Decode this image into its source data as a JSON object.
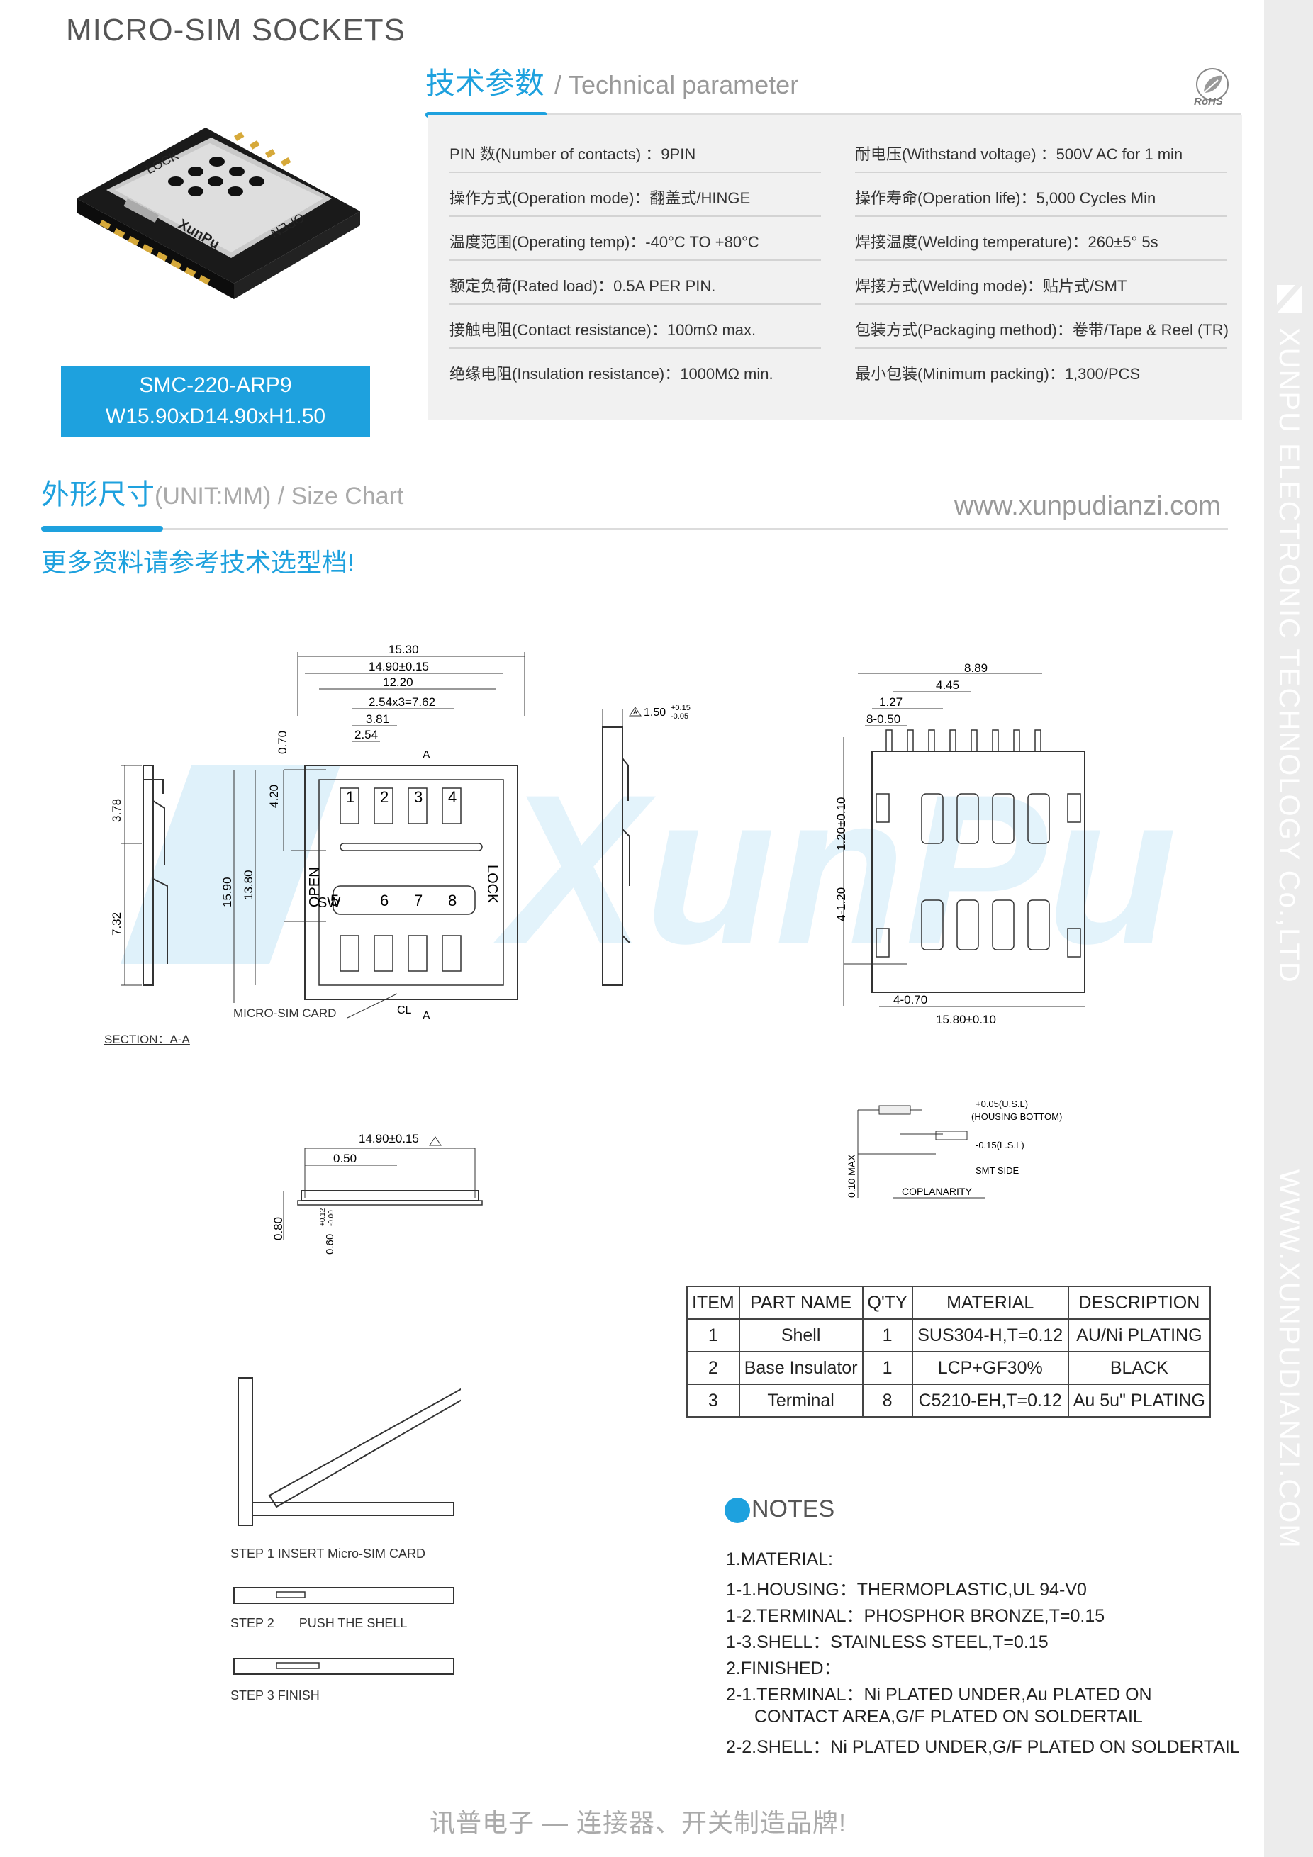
{
  "header": {
    "title": "MICRO-SIM SOCKETS",
    "tech_cn": "技术参数",
    "tech_en": "/ Technical parameter",
    "rohs": "RoHS"
  },
  "side": {
    "company": "XUNPU ELECTRONIC TECHNOLOGY Co.,LTD",
    "url": "WWW.XUNPUDIANZI.COM"
  },
  "product": {
    "logo_text": "XunPu",
    "part_number": "SMC-220-ARP9",
    "dimensions": "W15.90xD14.90xH1.50",
    "lock_label": "LOCK",
    "open_label": "OPEN"
  },
  "params": {
    "left": [
      "PIN 数(Number of contacts) ：9PIN",
      "操作方式(Operation mode)：翻盖式/HINGE",
      "温度范围(Operating temp)：-40°C TO +80°C",
      "额定负荷(Rated load)：0.5A PER PIN.",
      "接触电阻(Contact resistance)：100mΩ max.",
      "绝缘电阻(Insulation resistance)：1000MΩ min."
    ],
    "right": [
      "耐电压(Withstand voltage) ：500V AC for 1 min",
      "操作寿命(Operation life)：5,000 Cycles Min",
      "焊接温度(Welding temperature)：260±5° 5s",
      "焊接方式(Welding mode)：贴片式/SMT",
      "包装方式(Packaging method)：卷带/Tape & Reel (TR)",
      "最小包装(Minimum packing)：1,300/PCS"
    ]
  },
  "size_chart": {
    "title_cn": "外形尺寸",
    "title_en": "(UNIT:MM) / Size Chart",
    "website": "www.xunpudianzi.com",
    "more_info": "更多资料请参考技术选型档!"
  },
  "drawing": {
    "watermark": "XunPu",
    "section_label": "SECTION：A-A",
    "card_label": "MICRO-SIM CARD",
    "dims_top": [
      "15.30",
      "14.90±0.15",
      "12.20",
      "2.54x3=7.62",
      "3.81",
      "2.54"
    ],
    "dim_070": "0.70",
    "dim_420": "4.20",
    "dim_1380": "13.80",
    "dim_1590": "15.90",
    "dim_378": "3.78",
    "dim_732": "7.32",
    "dim_150": "1.50",
    "dim_150_tol_up": "+0.15",
    "dim_150_tol_dn": "-0.05",
    "mark_a": "A",
    "mark_cl": "CL",
    "triangle_a": "A",
    "pin_numbers_top": [
      "1",
      "2",
      "3",
      "4"
    ],
    "pin_numbers_bottom": [
      "5",
      "6",
      "7",
      "8"
    ],
    "sw_label": "SW",
    "lock_label": "LOCK",
    "open_label": "OPEN",
    "dims_pad": [
      "8.89",
      "4.45",
      "1.27",
      "8-0.50"
    ],
    "dim_1_20_010": "1.20±0.10",
    "dim_4_120": "4-1.20",
    "dim_4_070": "4-0.70",
    "dim_1580": "15.80±0.10",
    "dim_side_1490": "14.90±0.15",
    "dim_side_050": "0.50",
    "dim_side_080": "0.80",
    "dim_side_060": "0.60",
    "dim_side_060_tol_up": "+0.12",
    "dim_side_060_tol_dn": "-0.00",
    "coplanarity": {
      "usl": "+0.05(U.S.L)",
      "housing": "(HOUSING  BOTTOM)",
      "lsl": "-0.15(L.S.L)",
      "smt": "SMT SIDE",
      "max": "0.10 MAX",
      "label": "COPLANARITY"
    },
    "steps": [
      "STEP 1   INSERT Micro-SIM CARD",
      "STEP 2       PUSH THE SHELL",
      "STEP 3   FINISH"
    ]
  },
  "bom": {
    "headers": [
      "ITEM",
      "PART NAME",
      "Q'TY",
      "MATERIAL",
      "DESCRIPTION"
    ],
    "rows": [
      [
        "1",
        "Shell",
        "1",
        "SUS304-H,T=0.12",
        "AU/Ni PLATING"
      ],
      [
        "2",
        "Base Insulator",
        "1",
        "LCP+GF30%",
        "BLACK"
      ],
      [
        "3",
        "Terminal",
        "8",
        "C5210-EH,T=0.12",
        "Au 5u\" PLATING"
      ]
    ]
  },
  "notes": {
    "title": "NOTES",
    "lines": [
      "1.MATERIAL:",
      "1-1.HOUSING：THERMOPLASTIC,UL 94-V0",
      "1-2.TERMINAL：PHOSPHOR BRONZE,T=0.15",
      "1-3.SHELL：STAINLESS STEEL,T=0.15",
      "2.FINISHED：",
      "2-1.TERMINAL：Ni PLATED UNDER,Au PLATED ON",
      "CONTACT AREA,G/F PLATED ON SOLDERTAIL",
      "2-2.SHELL：Ni PLATED UNDER,G/F PLATED ON SOLDERTAIL"
    ]
  },
  "footer": {
    "slogan": "讯普电子 — 连接器、开关制造品牌!"
  },
  "colors": {
    "accent": "#1ea1de",
    "panel": "#f1f1f1",
    "side_strip": "#ececec"
  }
}
